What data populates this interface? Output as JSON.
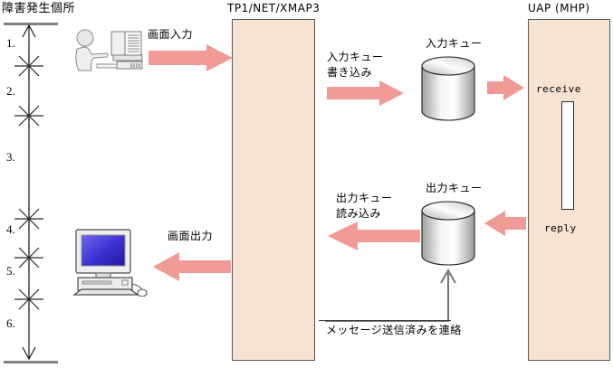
{
  "diagram": {
    "title": "障害発生個所",
    "colors": {
      "arrow": "#f09a95",
      "process_box_fill": "#f7e3d2",
      "process_box_border": "#555555",
      "cylinder_light": "#ffffff",
      "cylinder_shade": "#9a9a9a",
      "axis_cap": "#808080",
      "axis_line": "#1a1a1a",
      "leader_line": "#767676",
      "pc_screen": "#3a2fd0"
    }
  },
  "fault_axis": {
    "title": "障害発生個所",
    "segments": [
      {
        "label": "1."
      },
      {
        "label": "2."
      },
      {
        "label": "3."
      },
      {
        "label": "4."
      },
      {
        "label": "5."
      },
      {
        "label": "6."
      }
    ],
    "marker_count": 5
  },
  "columns": [
    {
      "id": "tp1",
      "header": "TP1/NET/XMAP3"
    },
    {
      "id": "uap",
      "header": "UAP (MHP)"
    }
  ],
  "uap": {
    "header": "UAP (MHP)",
    "top_label": "receive",
    "bottom_label": "reply"
  },
  "terminal": {
    "name": "operator-at-terminal"
  },
  "workstation": {
    "name": "desktop-pc"
  },
  "flows": [
    {
      "id": "screen-input",
      "label": "画面入力",
      "direction": "right"
    },
    {
      "id": "inq-write",
      "label": "入力キュー\n書き込み",
      "line1": "入力キュー",
      "line2": "書き込み",
      "direction": "right"
    },
    {
      "id": "inq-to-uap",
      "label": "",
      "direction": "right"
    },
    {
      "id": "uap-to-outq",
      "label": "",
      "direction": "left"
    },
    {
      "id": "outq-read",
      "label": "出力キュー\n読み込み",
      "line1": "出力キュー",
      "line2": "読み込み",
      "direction": "left"
    },
    {
      "id": "screen-output",
      "label": "画面出力",
      "direction": "left"
    }
  ],
  "queues": [
    {
      "id": "input-queue",
      "label": "入力キュー"
    },
    {
      "id": "output-queue",
      "label": "出力キュー"
    }
  ],
  "annotation": {
    "text": "メッセージ送信済みを連絡"
  }
}
